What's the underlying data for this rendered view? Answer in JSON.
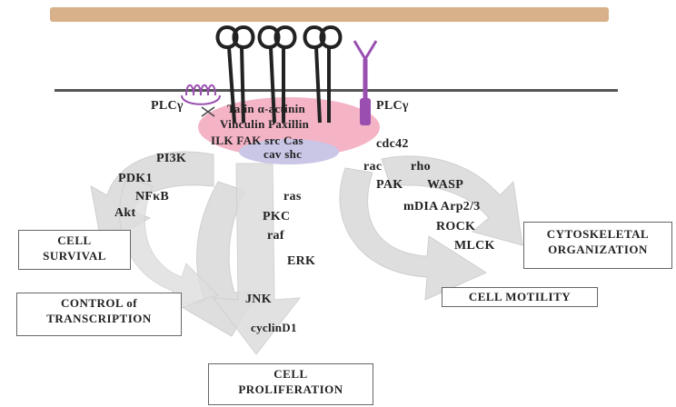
{
  "membrane_top": "#d8b08a",
  "membrane_bottom": "#444444",
  "complex_color": "#f4b4c6",
  "adaptor_color": "#c9c6e6",
  "receptor_color": "#9a4fb0",
  "arrow_color": "#dcdcdc",
  "labels": {
    "plc_left": "PLCγ",
    "complex_row1": "Talin α-actinin",
    "complex_row2": "Vinculin Paxillin",
    "complex_row3": "ILK FAK src Cas",
    "complex_row4": "cav shc",
    "plc_right": "PLCγ",
    "cdc42": "cdc42",
    "rac": "rac",
    "rho": "rho",
    "pak": "PAK",
    "wasp": "WASP",
    "mdia_arp": "mDIA Arp2/3",
    "rock": "ROCK",
    "mlck": "MLCK",
    "pi3k": "PI3K",
    "pdk1": "PDK1",
    "nfkb": "NFκB",
    "akt": "Akt",
    "ras": "ras",
    "pkc": "PKC",
    "raf": "raf",
    "erk": "ERK",
    "jnk": "JNK",
    "cyclind1": "cyclinD1"
  },
  "outcomes": {
    "cell_survival": [
      "CELL",
      "SURVIVAL"
    ],
    "control_transcription": [
      "CONTROL of",
      "TRANSCRIPTION"
    ],
    "cell_proliferation": [
      "CELL",
      "PROLIFERATION"
    ],
    "cytoskeletal": [
      "CYTOSKELETAL",
      "ORGANIZATION"
    ],
    "cell_motility": "CELL MOTILITY"
  }
}
